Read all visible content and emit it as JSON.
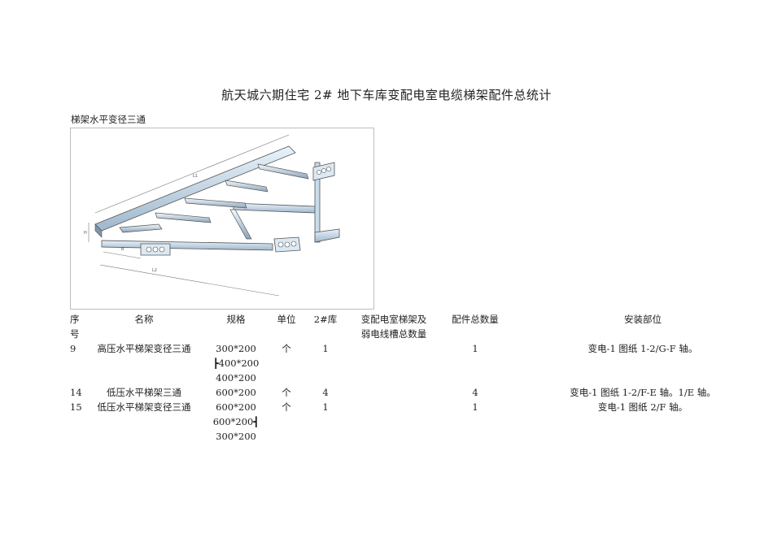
{
  "document": {
    "title": "航天城六期住宅 2# 地下车库变配电室电缆梯架配件总统计",
    "section": "梯架水平变径三通"
  },
  "table": {
    "headers": {
      "no_line1": "序",
      "no_line2": "号",
      "name": "名称",
      "spec": "规格",
      "unit": "单位",
      "lib": "2#库",
      "sub_line1": "变配电室梯架及",
      "sub_line2": "弱电线槽总数量",
      "total": "配件总数量",
      "location": "安装部位"
    },
    "rows": [
      {
        "no": "9",
        "name": "高压水平梯架变径三通",
        "spec": [
          "300*200",
          "┣400*200",
          "400*200"
        ],
        "unit": "个",
        "lib": "1",
        "sub": "",
        "total": "1",
        "location": "变电-1 图纸 1-2/G-F 轴。"
      },
      {
        "no": "14",
        "name": "低压水平梯架三通",
        "spec": [
          "600*200"
        ],
        "unit": "个",
        "lib": "4",
        "sub": "",
        "total": "4",
        "location": "变电-1 图纸 1-2/F-E 轴。1/E 轴。"
      },
      {
        "no": "15",
        "name": "低压水平梯架变径三通",
        "spec": [
          "600*200",
          "600*200┫",
          "300*200"
        ],
        "unit": "个",
        "lib": "1",
        "sub": "",
        "total": "1",
        "location": "变电-1 图纸 2/F 轴。"
      }
    ]
  },
  "figure": {
    "labels": [
      "L1",
      "L2",
      "B",
      "H"
    ]
  }
}
